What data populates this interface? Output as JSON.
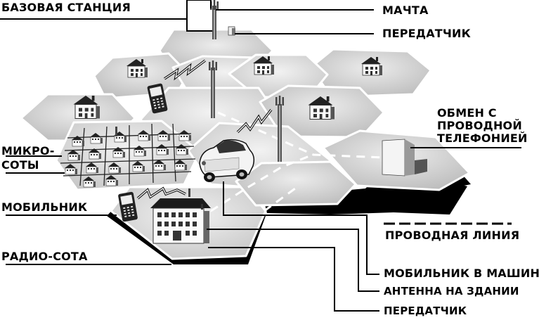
{
  "labels": {
    "base_station": "БАЗОВАЯ СТАНЦИЯ",
    "mast": "МАЧТА",
    "transmitter_top": "ПЕРЕДАТЧИК",
    "exchange_line1": "ОБМЕН С",
    "exchange_line2": "ПРОВОДНОЙ",
    "exchange_line3": "ТЕЛЕФОНИЕЙ",
    "microcells_line1": "МИКРО-",
    "microcells_line2": "СОТЫ",
    "mobile": "МОБИЛЬНИК",
    "radio_cell": "РАДИО-СОТА",
    "wired_line": "ПРОВОДНАЯ ЛИНИЯ",
    "mobile_in_car": "МОБИЛЬНИК В МАШИНЕ",
    "antenna_on_building": "АНТЕННА НА ЗДАНИИ",
    "transmitter_bottom": "ПЕРЕДАТЧИК"
  },
  "colors": {
    "background": "#ffffff",
    "cell_fill": "#d7d7d7",
    "cell_fill_dark": "#bdbdbd",
    "cell_edge": "#ffffff",
    "shadow": "#000000",
    "leader_line": "#000000",
    "wired_dash": "#ffffff"
  },
  "icons": [
    "mast-icon",
    "antenna-icon",
    "transmitter-box-icon",
    "house-icon",
    "building-icon",
    "mobile-phone-icon",
    "car-icon",
    "exchange-building-icon",
    "radio-wave-icon"
  ]
}
